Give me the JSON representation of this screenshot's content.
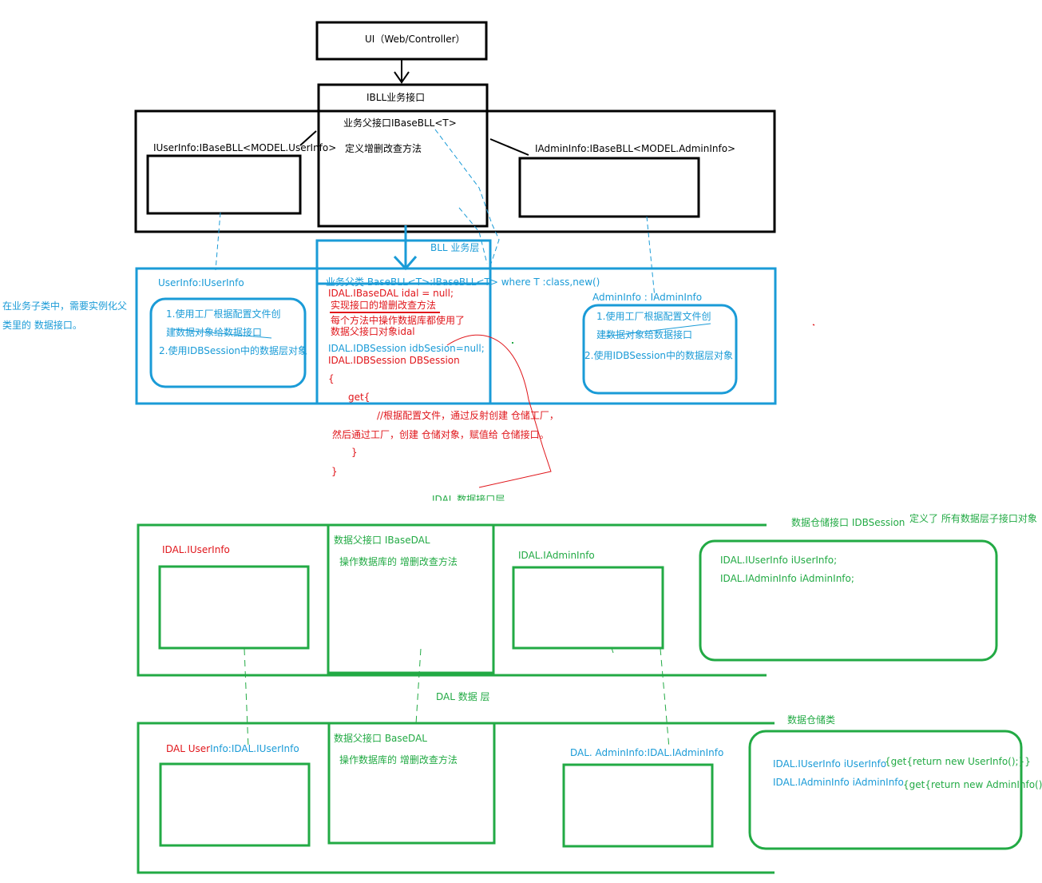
{
  "ui_layer": {
    "title": "UI（Web/Controller）"
  },
  "ibll": {
    "title": "IBLL业务接口",
    "parent_interface": "业务父接口IBaseBLL<T>",
    "parent_desc": "定义增删改查方法",
    "user_interface": "IUserInfo:IBaseBLL<MODEL.UserInfo>",
    "admin_interface": "IAdminInfo:IBaseBLL<MODEL.AdminInfo>"
  },
  "bll": {
    "layer_label": "BLL 业务层",
    "side_note_line1": "在业务子类中，需要实例化父",
    "side_note_line2": "类里的 数据接口。",
    "user_class": "UserInfo:IUserInfo",
    "admin_class": "AdminInfo : IAdminInfo",
    "sub_item1_line1": "1.使用工厂根据配置文件创",
    "sub_item1_line2": "建数据对象给数据接口",
    "sub_item2": "2.使用IDBSession中的数据层对象",
    "base_class": "业务父类 BaseBLL<T>:IBaseBLL<T> where T :class,new()",
    "code": {
      "l1": "IDAL.IBaseDAL   idal = null;",
      "l2": "实现接口的增删改查方法",
      "l3": "每个方法中操作数据库都使用了",
      "l4": "数据父接口对象idal",
      "l5": "IDAL.IDBSession idbSesion=null;",
      "l6": "IDAL.IDBSession DBSession",
      "l7": "{",
      "l8": "get{",
      "l9": "//根据配置文件，通过反射创建 仓储工厂，",
      "l10": "然后通过工厂，创建 仓储对象，赋值给 仓储接口。",
      "l11": "}",
      "l12": "}"
    }
  },
  "idal": {
    "layer_label": "IDAL 数据接口层",
    "user": "IDAL.IUserInfo",
    "parent": "数据父接口 IBaseDAL",
    "parent_desc": "操作数据库的 增删改查方法",
    "admin": "IDAL.IAdminInfo",
    "session_title": "数据仓储接口 IDBSession",
    "session_note": "定义了 所有数据层子接口对象",
    "session_l1": "IDAL.IUserInfo iUserInfo;",
    "session_l2": "IDAL.IAdminInfo iAdminInfo;"
  },
  "dal": {
    "layer_label": "DAL 数据  层",
    "user_prefix": "DAL  User",
    "user_suffix": "Info:IDAL.IUserInfo",
    "parent": "数据父接口   BaseDAL",
    "parent_desc": "操作数据库的 增删改查方法",
    "admin": "DAL. AdminInfo:IDAL.IAdminInfo",
    "session_title": "数据仓储类",
    "session_l1a": "IDAL.IUserInfo iUserInfo",
    "session_l1b": "{get{return new UserInfo();}}",
    "session_l2a": "IDAL.IAdminInfo iAdminInfo",
    "session_l2b": "{get{return new AdminInfo();}}"
  },
  "colors": {
    "black": "#000000",
    "blue": "#1a9bd7",
    "red": "#e0161b",
    "green": "#22aa44"
  }
}
